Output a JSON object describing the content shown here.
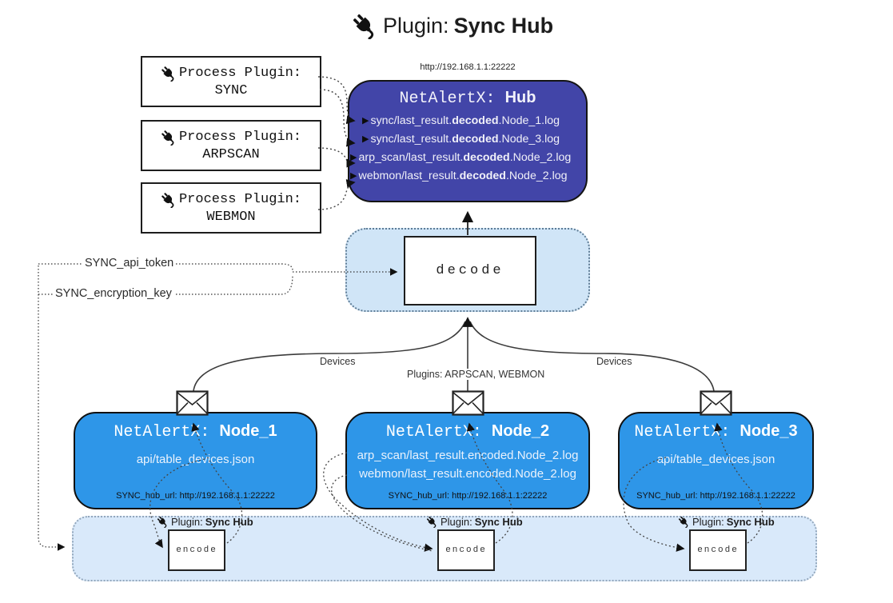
{
  "title": {
    "prefix": "Plugin: ",
    "name": "Sync Hub"
  },
  "hub": {
    "url": "http://192.168.1.1:22222",
    "title_prefix": "NetAlertX: ",
    "title_name": "Hub",
    "lines": [
      {
        "pre": "sync/last_result.",
        "bold": "decoded",
        "post": ".Node_1.log"
      },
      {
        "pre": "sync/last_result.",
        "bold": "decoded",
        "post": ".Node_3.log"
      },
      {
        "pre": "arp_scan/last_result.",
        "bold": "decoded",
        "post": ".Node_2.log"
      },
      {
        "pre": "webmon/last_result.",
        "bold": "decoded",
        "post": ".Node_2.log"
      }
    ]
  },
  "process_plugins": [
    {
      "label": "Process Plugin:",
      "name": "SYNC"
    },
    {
      "label": "Process Plugin:",
      "name": "ARPSCAN"
    },
    {
      "label": "Process Plugin:",
      "name": "WEBMON"
    }
  ],
  "decode": {
    "label": "decode"
  },
  "tokens": {
    "api_token": "SYNC_api_token",
    "encryption_key": "SYNC_encryption_key"
  },
  "edges": {
    "devices_left": "Devices",
    "devices_right": "Devices",
    "plugins_center": "Plugins: ARPSCAN, WEBMON"
  },
  "nodes": [
    {
      "title_prefix": "NetAlertX: ",
      "name": "Node_1",
      "lines": [
        "api/table_devices.json"
      ],
      "hub_url": "SYNC_hub_url: http://192.168.1.1:22222"
    },
    {
      "title_prefix": "NetAlertX: ",
      "name": "Node_2",
      "lines": [
        "arp_scan/last_result.encoded.Node_2.log",
        "webmon/last_result.encoded.Node_2.log"
      ],
      "hub_url": "SYNC_hub_url: http://192.168.1.1:22222"
    },
    {
      "title_prefix": "NetAlertX: ",
      "name": "Node_3",
      "lines": [
        "api/table_devices.json"
      ],
      "hub_url": "SYNC_hub_url: http://192.168.1.1:22222"
    }
  ],
  "band": {
    "groups": [
      {
        "label_prefix": "Plugin: ",
        "label_name": "Sync Hub",
        "box_label": "encode"
      },
      {
        "label_prefix": "Plugin: ",
        "label_name": "Sync Hub",
        "box_label": "encode"
      },
      {
        "label_prefix": "Plugin: ",
        "label_name": "Sync Hub",
        "box_label": "encode"
      }
    ]
  },
  "colors": {
    "hub_fill": "#4245a8",
    "node_fill": "#2e96e8",
    "band_fill": "#d9e9fa",
    "decode_fill": "#d0e5f7"
  }
}
